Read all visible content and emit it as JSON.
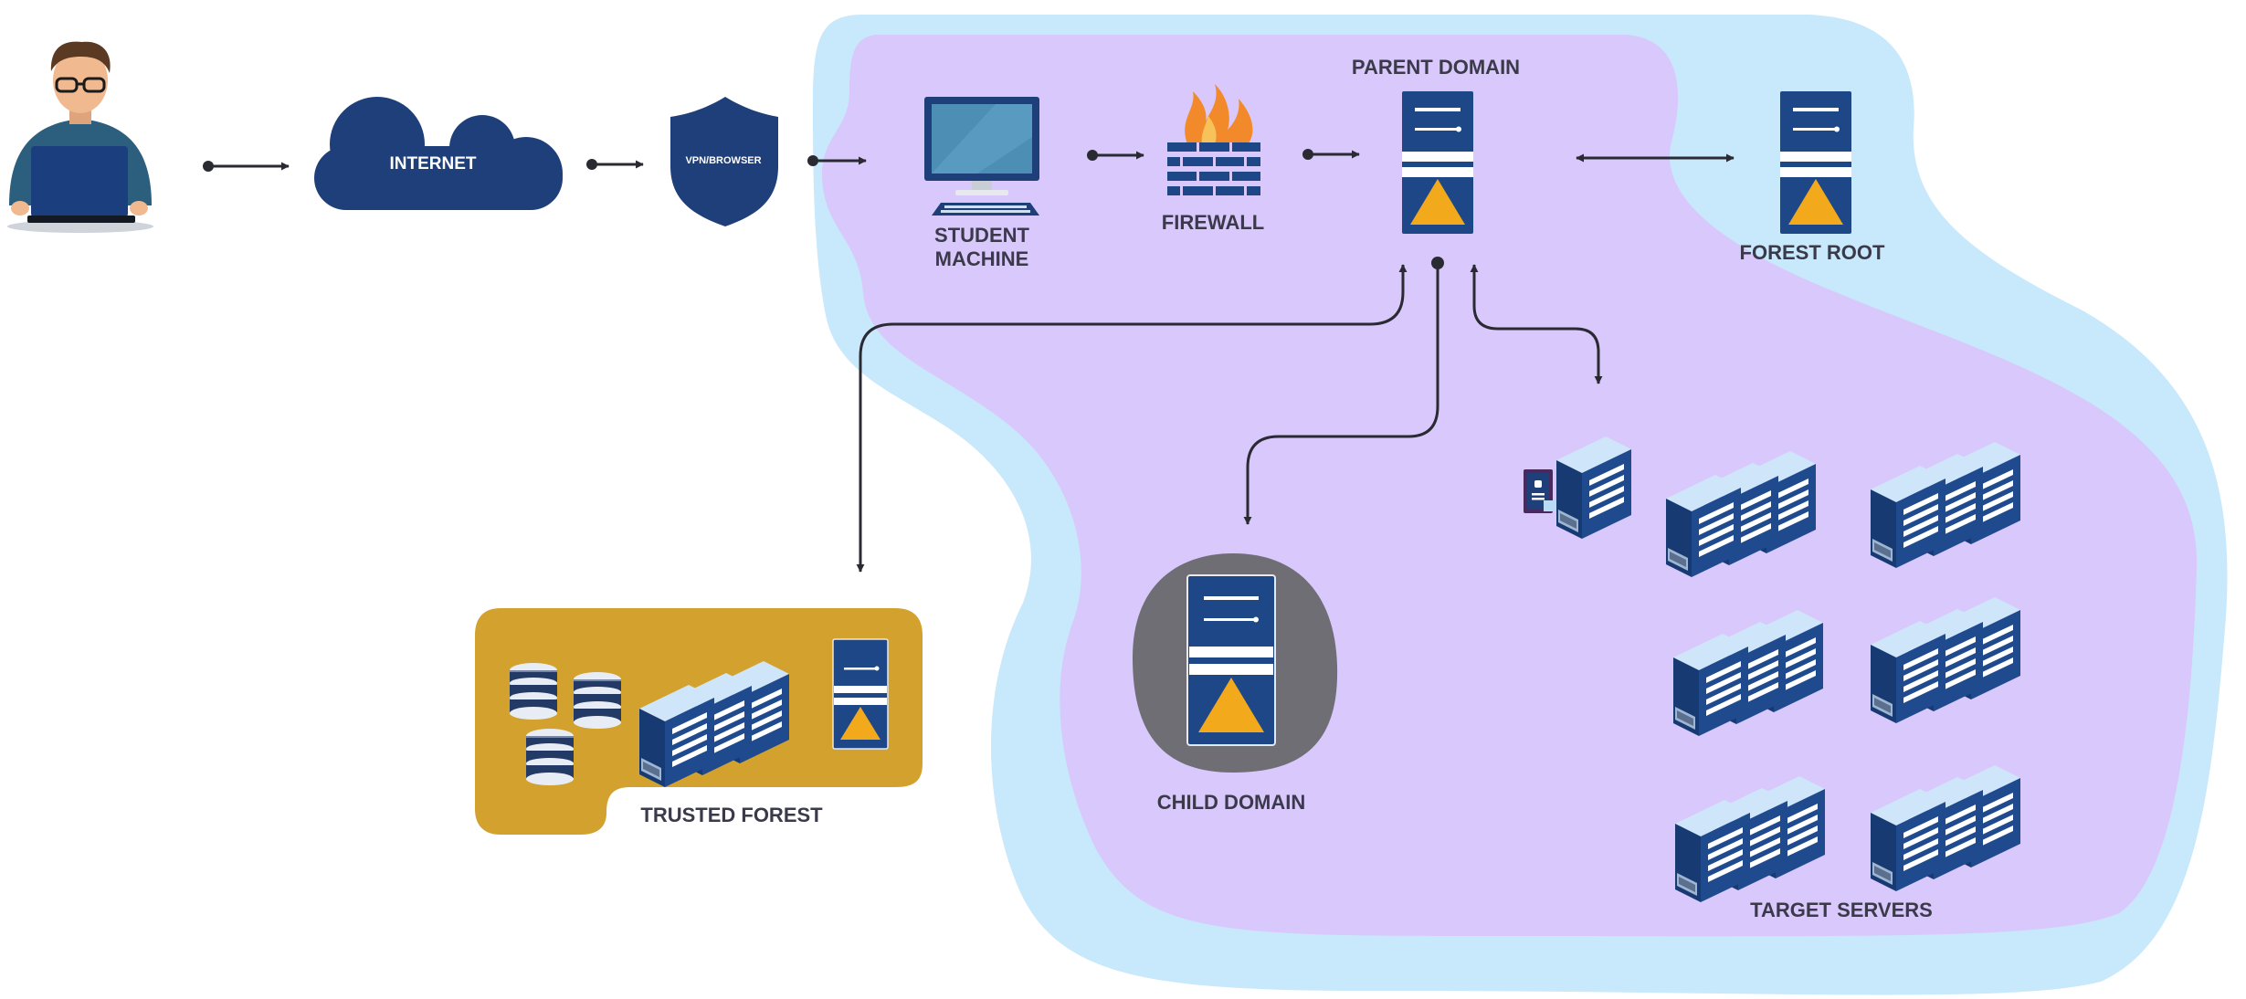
{
  "labels": {
    "internet": "INTERNET",
    "vpn": "VPN/BROWSER",
    "student_line1": "STUDENT",
    "student_line2": "MACHINE",
    "firewall": "FIREWALL",
    "parent_domain": "PARENT DOMAIN",
    "forest_root": "FOREST ROOT",
    "child_domain": "CHILD DOMAIN",
    "trusted_forest": "TRUSTED FOREST",
    "target_servers": "TARGET SERVERS"
  },
  "colors": {
    "outer_region": "#c8e8fb",
    "inner_region": "#d9c8fb",
    "navy": "#1e3f7a",
    "server_blue": "#1f4a8e",
    "server_light": "#b9dbf5",
    "accent_yellow": "#f2aa1c",
    "trusted_forest_bg": "#d3a12e",
    "child_domain_bg": "#6e6e74",
    "arrow": "#2a2a33",
    "label_text": "#3a3a4a"
  },
  "icons": {
    "user": "user-laptop-icon",
    "internet": "cloud-icon",
    "vpn": "shield-icon",
    "student_machine": "desktop-computer-icon",
    "firewall": "firewall-icon",
    "domain_controller": "server-tower-icon",
    "rack_server": "rack-server-icon",
    "database": "database-icon",
    "id_card": "id-card-icon"
  }
}
